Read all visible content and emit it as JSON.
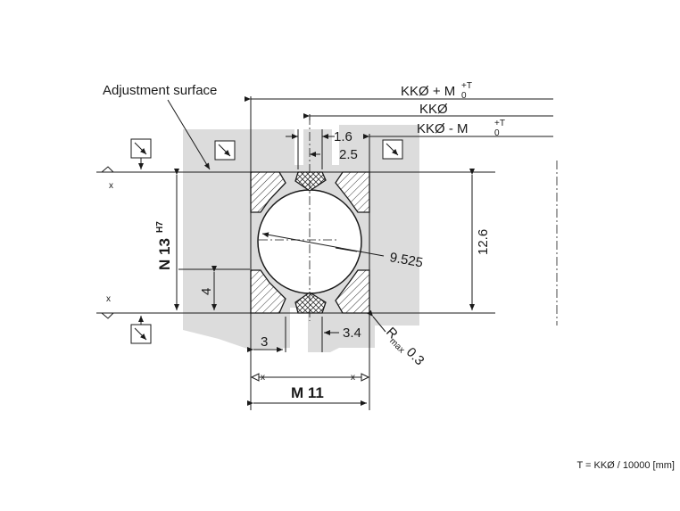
{
  "labels": {
    "adjustment_surface": "Adjustment surface",
    "kk_plus_main": "KKØ + M",
    "kk_plus_sup": "+T",
    "kk_plus_sub": "0",
    "kk": "KKØ",
    "kk_minus_main": "KKØ - M",
    "kk_minus_sup": "+T",
    "kk_minus_sub": "0",
    "dim_1_6": "1.6",
    "dim_2_5": "2.5",
    "dim_12_6": "12.6",
    "dim_9_525": "9.525",
    "dim_4": "4",
    "dim_3": "3",
    "dim_3_4": "3.4",
    "bore_main": "N 13",
    "bore_sup": "H7",
    "thread": "M 11",
    "radius_R": "R",
    "radius_sub": "max",
    "radius_val": "0.3",
    "datum_x": "x"
  },
  "footer": "T = KKØ / 10000 [mm]"
}
